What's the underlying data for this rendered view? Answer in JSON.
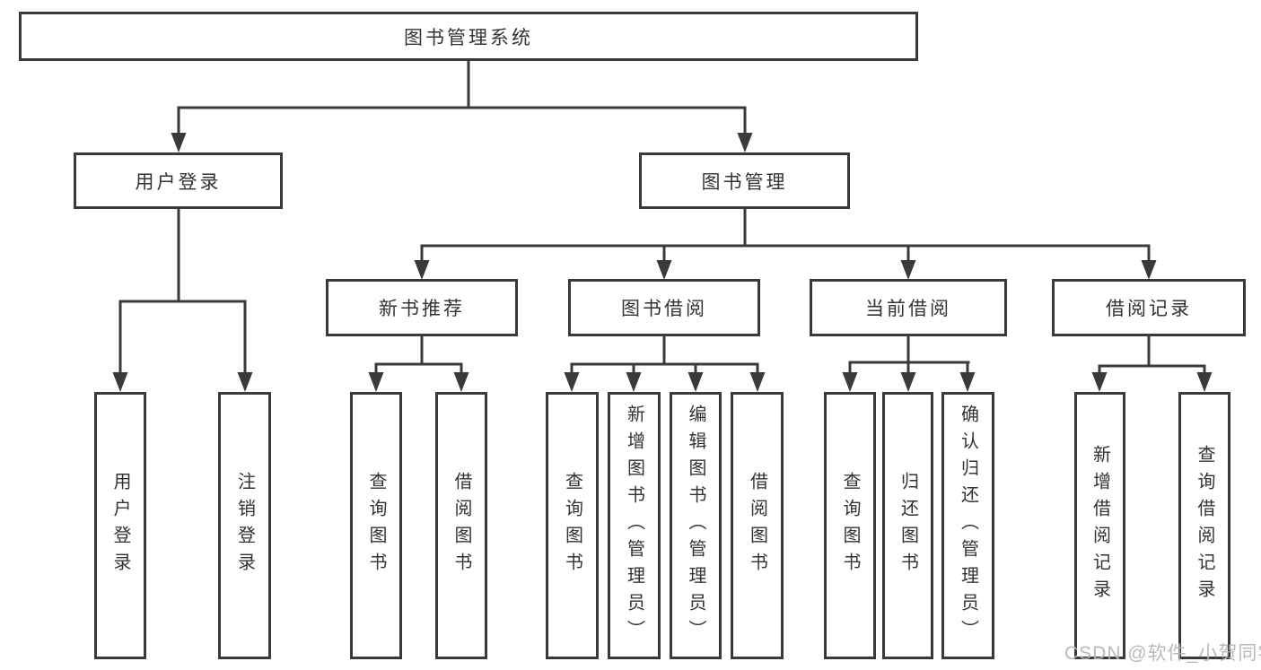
{
  "diagram": {
    "root": "图书管理系统",
    "level2": {
      "user_login": "用户登录",
      "book_mgmt": "图书管理"
    },
    "level3": {
      "new_book_rec": "新书推荐",
      "book_borrow": "图书借阅",
      "current_borrow": "当前借阅",
      "borrow_records": "借阅记录"
    },
    "leaves": {
      "user_login": "用户登录",
      "logout": "注销登录",
      "rec_query_book": "查询图书",
      "rec_borrow_book": "借阅图书",
      "bb_query_book": "查询图书",
      "bb_add_book": "新增图书（管理员）",
      "bb_edit_book": "编辑图书（管理员）",
      "bb_borrow_book": "借阅图书",
      "cb_query_book": "查询图书",
      "cb_return_book": "归还图书",
      "cb_confirm_return": "确认归还（管理员）",
      "br_add_record": "新增借阅记录",
      "br_query_record": "查询借阅记录"
    }
  },
  "watermark": "CSDN @软件_小贺同学",
  "colors": {
    "line": "#3a3a3a",
    "box_border": "#3a3a3a",
    "text": "#333333",
    "watermark": "#b7b2b2"
  }
}
